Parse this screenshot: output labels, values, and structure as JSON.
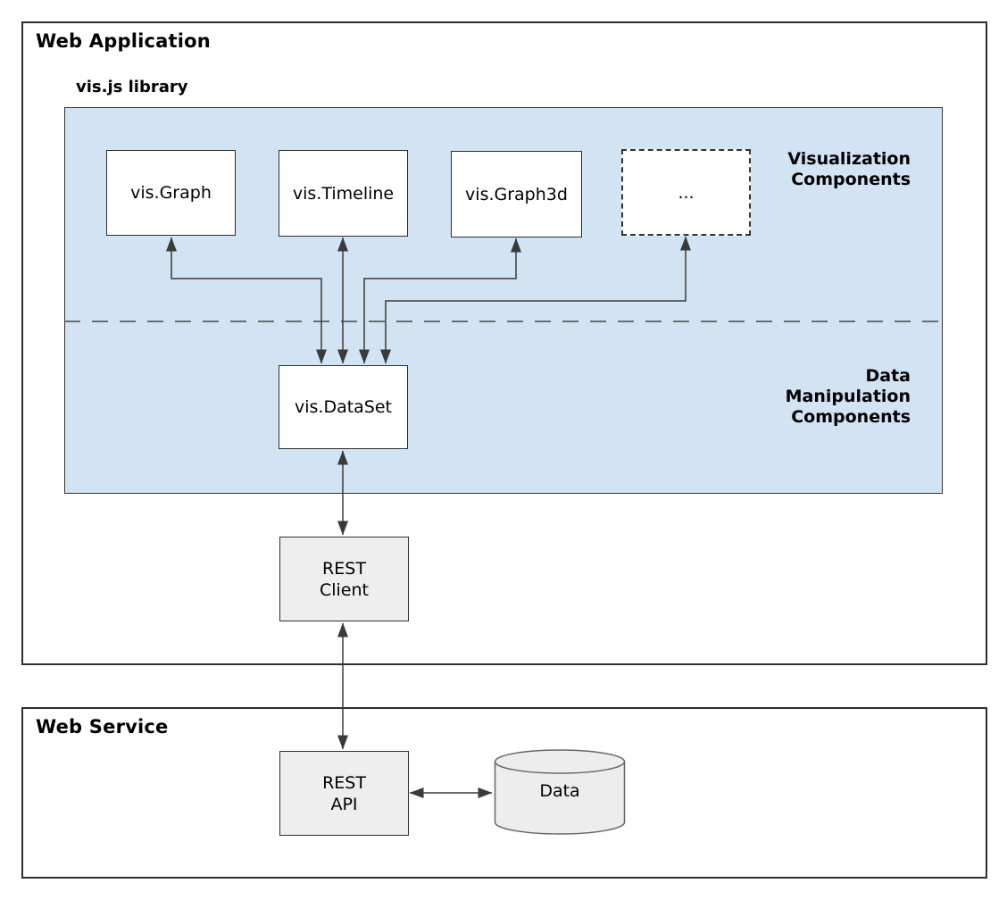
{
  "app": {
    "title": "Web Application",
    "library": {
      "label": "vis.js library",
      "components": [
        {
          "label": "vis.Graph"
        },
        {
          "label": "vis.Timeline"
        },
        {
          "label": "vis.Graph3d"
        },
        {
          "label": "..."
        }
      ],
      "viz_label_lines": [
        "Visualization",
        "Components"
      ],
      "manip_label_lines": [
        "Data",
        "Manipulation",
        "Components"
      ],
      "dataset_label": "vis.DataSet"
    },
    "rest_client_lines": [
      "REST",
      "Client"
    ]
  },
  "service": {
    "title": "Web Service",
    "rest_api_lines": [
      "REST",
      "API"
    ],
    "datastore_label": "Data"
  },
  "colors": {
    "library_fill": "#d2e4f3",
    "node_fill_white": "#ffffff",
    "node_fill_gray": "#eeeeee",
    "node_border": "#2e2e2e",
    "connector": "#3a3a3a",
    "cylinder_stroke": "#666666",
    "background": "#ffffff"
  }
}
